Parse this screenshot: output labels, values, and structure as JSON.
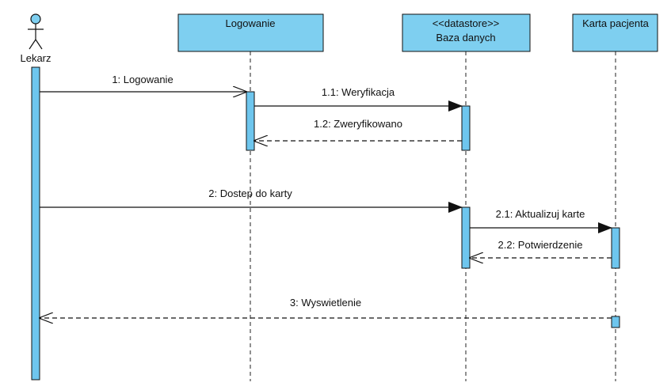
{
  "colors": {
    "participant_fill": "#7ecff0",
    "activation_fill": "#6ec6ee",
    "line": "#111111",
    "lifeline": "#222222"
  },
  "actor": {
    "label": "Lekarz",
    "icon": "stick-figure-actor-icon"
  },
  "participants": {
    "logowanie": {
      "name": "Logowanie"
    },
    "baza": {
      "stereotype": "<<datastore>>",
      "name": "Baza danych"
    },
    "karta": {
      "name": "Karta pacjenta"
    }
  },
  "messages": [
    {
      "id": "m1",
      "label": "1: Logowanie",
      "from": "Lekarz",
      "to": "Logowanie",
      "kind": "call",
      "arrowhead": "open"
    },
    {
      "id": "m11",
      "label": "1.1: Weryfikacja",
      "from": "Logowanie",
      "to": "Baza danych",
      "kind": "call",
      "arrowhead": "filled"
    },
    {
      "id": "m12",
      "label": "1.2: Zweryfikowano",
      "from": "Baza danych",
      "to": "Logowanie",
      "kind": "return",
      "arrowhead": "open"
    },
    {
      "id": "m2",
      "label": "2: Dostep do karty",
      "from": "Lekarz",
      "to": "Baza danych",
      "kind": "call",
      "arrowhead": "filled"
    },
    {
      "id": "m21",
      "label": "2.1: Aktualizuj karte",
      "from": "Baza danych",
      "to": "Karta pacjenta",
      "kind": "call",
      "arrowhead": "filled"
    },
    {
      "id": "m22",
      "label": "2.2: Potwierdzenie",
      "from": "Karta pacjenta",
      "to": "Baza danych",
      "kind": "return",
      "arrowhead": "open"
    },
    {
      "id": "m3",
      "label": "3: Wyswietlenie",
      "from": "Karta pacjenta",
      "to": "Lekarz",
      "kind": "return",
      "arrowhead": "open"
    }
  ]
}
